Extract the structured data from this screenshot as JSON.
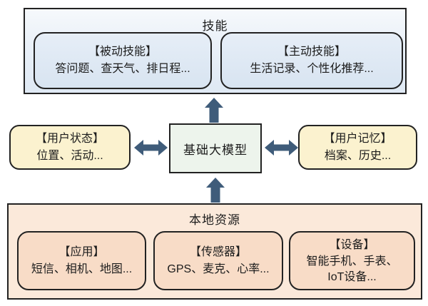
{
  "colors": {
    "arrow": "#3f5c7a",
    "border": "#222222",
    "skills_fill": "#dde8f3",
    "context_fill": "#fbf2cf",
    "core_fill": "#edf4ec",
    "resources_fill": "#f8dcc7",
    "text": "#1c1c1c"
  },
  "skills": {
    "title": "技能",
    "passive": {
      "heading": "【被动技能】",
      "detail": "答问题、查天气、排日程..."
    },
    "active": {
      "heading": "【主动技能】",
      "detail": "生活记录、个性化推荐..."
    }
  },
  "core": {
    "label": "基础大模型"
  },
  "user_state": {
    "heading": "【用户状态】",
    "detail": "位置、活动..."
  },
  "user_memory": {
    "heading": "【用户记忆】",
    "detail": "档案、历史..."
  },
  "local_resources": {
    "title": "本地资源",
    "apps": {
      "heading": "【应用】",
      "detail": "短信、相机、地图..."
    },
    "sensors": {
      "heading": "【传感器】",
      "detail": "GPS、麦克、心率..."
    },
    "devices": {
      "heading": "【设备】",
      "detail_line1": "智能手机、手表、",
      "detail_line2": "IoT设备..."
    }
  }
}
